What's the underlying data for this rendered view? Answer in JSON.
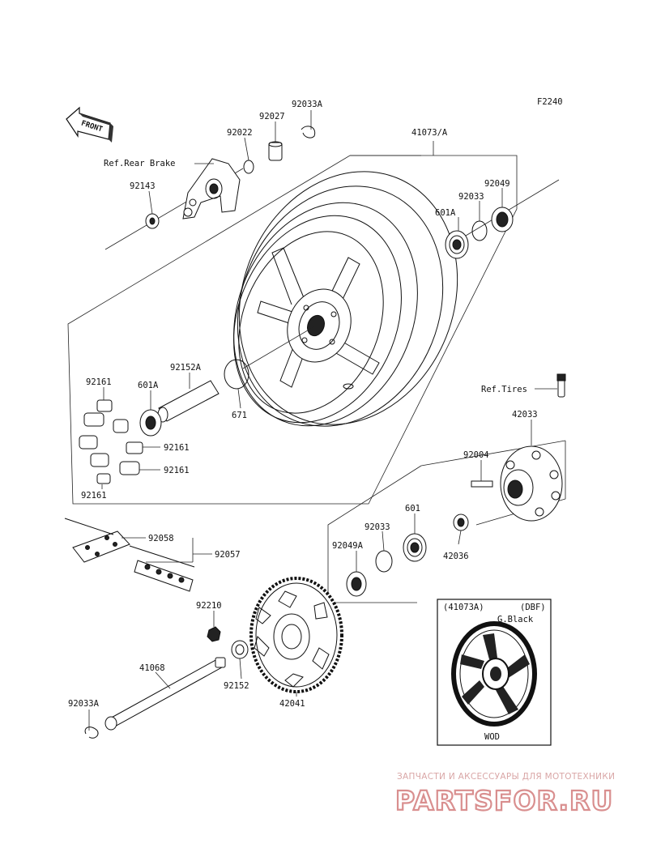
{
  "figure_code": "F2240",
  "front_arrow_text": "FRONT",
  "labels": {
    "p92033A_top": "92033A",
    "p92027": "92027",
    "p92022": "92022",
    "ref_rear_brake": "Ref.Rear Brake",
    "p92143": "92143",
    "p41073A": "41073/A",
    "p92049": "92049",
    "p92033_r": "92033",
    "p601A_r": "601A",
    "p92161_a": "92161",
    "p601A_l": "601A",
    "p92152A": "92152A",
    "p671": "671",
    "ref_tires": "Ref.Tires",
    "p92161_b": "92161",
    "p92161_c": "92161",
    "p92161_d": "92161",
    "p42033": "42033",
    "p92004": "92004",
    "p601": "601",
    "p92033_m": "92033",
    "p92049A": "92049A",
    "p42036": "42036",
    "p92058": "92058",
    "p92057": "92057",
    "p92210": "92210",
    "p41068": "41068",
    "p92152": "92152",
    "p42041": "42041",
    "p92033A_bot": "92033A"
  },
  "inset": {
    "part": "(41073A)",
    "variant": "(DBF)",
    "color": "G.Black",
    "code": "WOD"
  },
  "watermark": {
    "tagline": "ЗАПЧАСТИ И АКСЕССУАРЫ ДЛЯ МОТОТЕХНИКИ",
    "logo": "PARTSFOR.RU",
    "color": "#d98f8f"
  }
}
